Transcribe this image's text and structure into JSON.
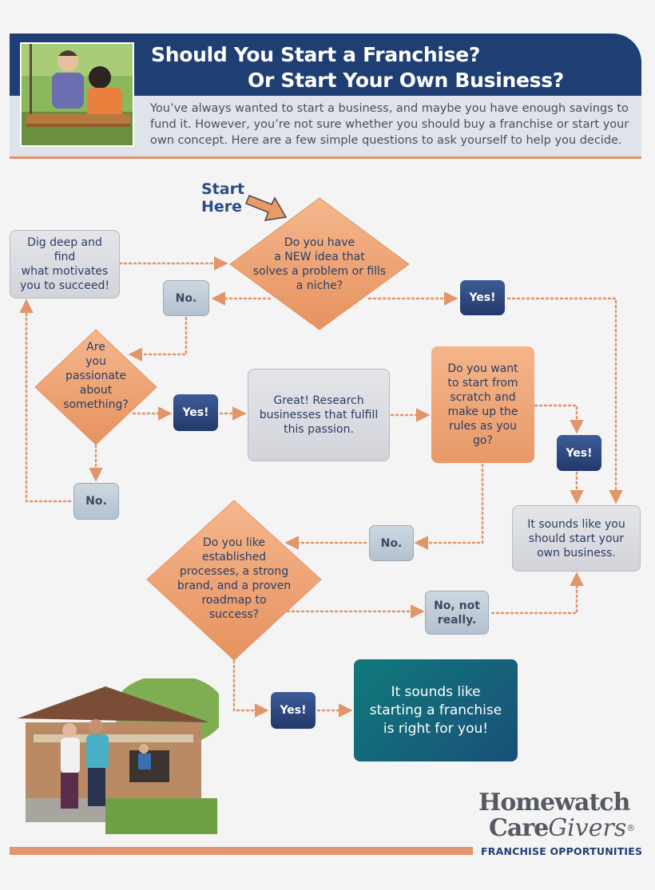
{
  "header": {
    "title_line1": "Should You Start a Franchise?",
    "title_line2": "Or Start Your Own Business?",
    "intro_lines": [
      "You’ve always wanted to start a business, and maybe you have enough savings to",
      "fund it. However, you’re not sure whether you should buy a franchise or start your",
      "own concept. Here are a few simple questions to ask yourself to help you decide."
    ]
  },
  "start_label": [
    "Start",
    "Here"
  ],
  "nodes": {
    "q_new_idea": [
      "Do you have",
      "a NEW idea that",
      "solves a problem or fills",
      "a niche?"
    ],
    "dig_deep": [
      "Dig deep and find",
      "what motivates",
      "you to succeed!"
    ],
    "no_1": "No.",
    "yes_1": "Yes!",
    "q_passionate": [
      "Are",
      "you",
      "passionate",
      "about",
      "something?"
    ],
    "yes_2": "Yes!",
    "research": [
      "Great! Research",
      "businesses that fulfill",
      "this passion."
    ],
    "q_scratch": [
      "Do you want",
      "to start from",
      "scratch and",
      "make up the",
      "rules as you go?"
    ],
    "yes_3": "Yes!",
    "no_2": "No.",
    "own_business": [
      "It sounds like you",
      "should start your",
      "own business."
    ],
    "no_3": "No.",
    "q_established": [
      "Do you like",
      "established",
      "processes, a strong",
      "brand, and a proven",
      "roadmap to",
      "success?"
    ],
    "no_not_really": [
      "No, not",
      "really."
    ],
    "yes_4": "Yes!",
    "franchise": [
      "It sounds like",
      "starting a franchise",
      "is right for you!"
    ]
  },
  "logo": {
    "line1": "Homewatch",
    "care": "Care",
    "givers": "Givers",
    "reg": "®",
    "sub": "FRANCHISE OPPORTUNITIES"
  },
  "colors": {
    "navy": "#1f3f74",
    "orange": "#e89a68",
    "connector": "#e2946a",
    "teal": "#0f7a7c"
  }
}
